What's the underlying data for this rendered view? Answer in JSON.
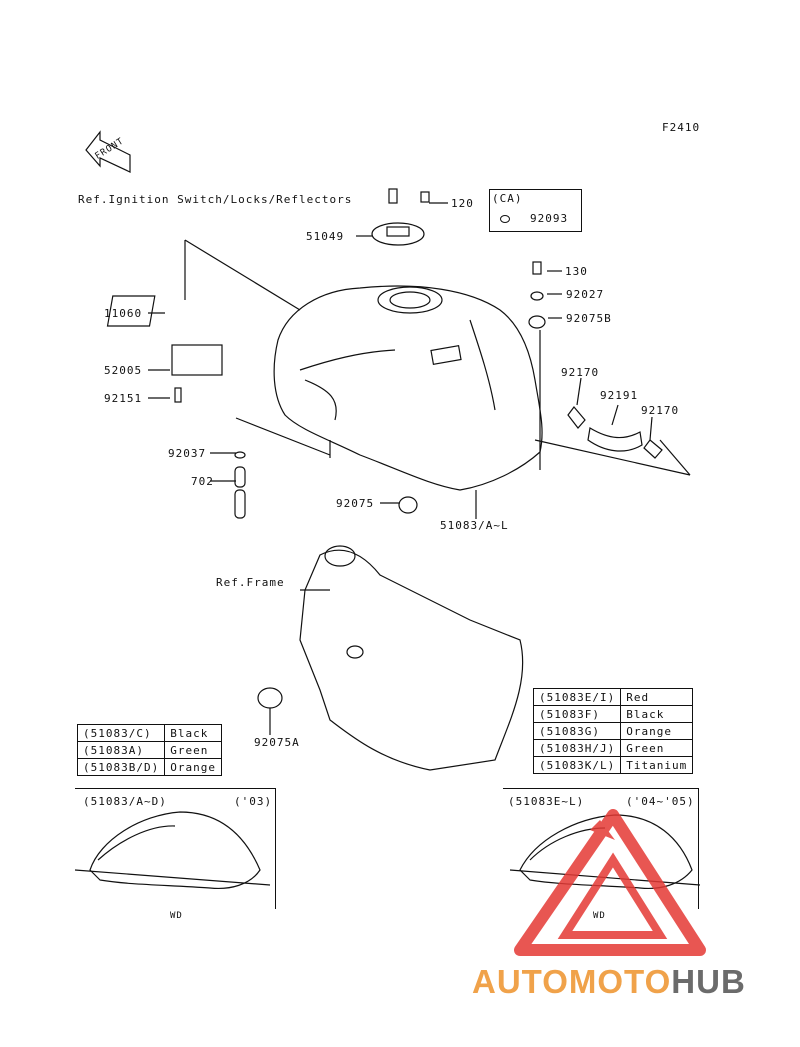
{
  "page_code": "F2410",
  "front_arrow": "FRONT",
  "ref_ignition": "Ref.Ignition Switch/Locks/Reflectors",
  "ref_frame": "Ref.Frame",
  "ca_box": {
    "title": "(CA)",
    "part": "92093"
  },
  "parts": {
    "p120": "120",
    "p51049": "51049",
    "p130": "130",
    "p92027": "92027",
    "p92075B": "92075B",
    "p11060": "11060",
    "p52005": "52005",
    "p92151": "92151",
    "p92170a": "92170",
    "p92191": "92191",
    "p92170b": "92170",
    "p92037": "92037",
    "p702": "702",
    "p92075": "92075",
    "p51083": "51083/A~L",
    "p92075A": "92075A"
  },
  "color_table_left": [
    {
      "code": "(51083/C)",
      "color": "Black"
    },
    {
      "code": "(51083A)",
      "color": "Green"
    },
    {
      "code": "(51083B/D)",
      "color": "Orange"
    }
  ],
  "color_table_right": [
    {
      "code": "(51083E/I)",
      "color": "Red"
    },
    {
      "code": "(51083F)",
      "color": "Black"
    },
    {
      "code": "(51083G)",
      "color": "Orange"
    },
    {
      "code": "(51083H/J)",
      "color": "Green"
    },
    {
      "code": "(51083K/L)",
      "color": "Titanium"
    }
  ],
  "variant_left": {
    "code": "(51083/A~D)",
    "year": "('03)",
    "tag": "WD"
  },
  "variant_right": {
    "code": "(51083E~L)",
    "year": "('04~'05)",
    "tag": "WD"
  },
  "watermark": {
    "part1": "AUTOMOTO",
    "part2": "HUB",
    "color1": "#f0a24a",
    "color2": "#6b6b6b",
    "logo_color": "#e53935"
  }
}
